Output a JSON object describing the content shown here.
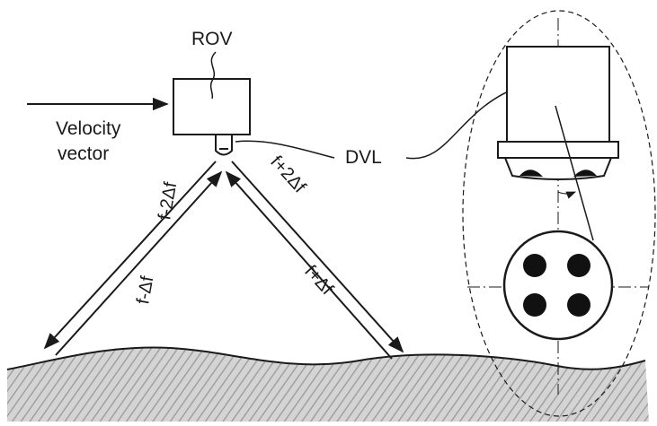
{
  "labels": {
    "rov": "ROV",
    "velocity_line1": "Velocity",
    "velocity_line2": "vector",
    "dvl": "DVL",
    "beam_out_left": "f-2Δf",
    "beam_back_left": "f-Δf",
    "beam_out_right": "f+2Δf",
    "beam_back_right": "f+Δf"
  },
  "colors": {
    "stroke": "#1a1a1a",
    "seabed_fill": "#cfcfcf",
    "seabed_hatch": "#9a9a9a",
    "transducer": "#111111"
  }
}
